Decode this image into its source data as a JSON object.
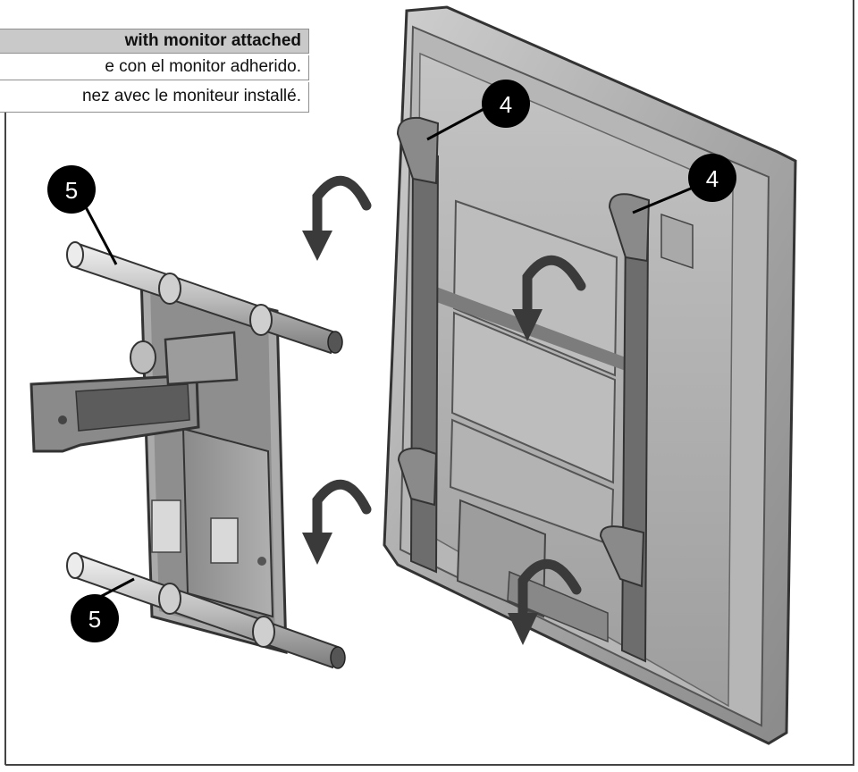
{
  "caption": {
    "english": "with monitor attached",
    "spanish": "e con el monitor adherido.",
    "french": "nez avec le moniteur installé."
  },
  "callouts": [
    {
      "label": "4"
    },
    {
      "label": "4"
    },
    {
      "label": "5"
    },
    {
      "label": "5"
    }
  ],
  "colors": {
    "callout_fill": "#000000",
    "callout_text": "#ffffff",
    "caption_header_bg": "#c9c9c9",
    "frame_line": "#444444",
    "part_gray": "#9a9a9a"
  },
  "icons": [
    "rotate-arrow-icon"
  ]
}
